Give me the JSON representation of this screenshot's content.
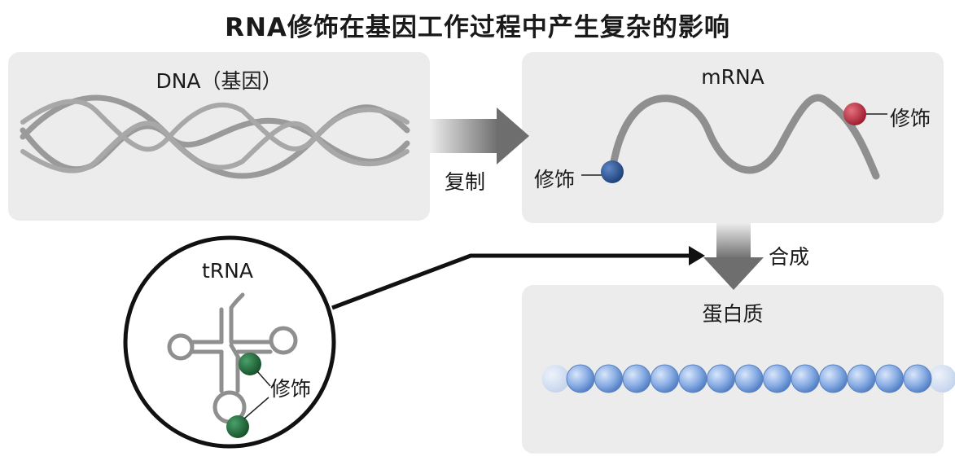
{
  "title": "RNA修饰在基因工作过程中产生复杂的影响",
  "dna": {
    "label": "DNA（基因）"
  },
  "arrow_copy": {
    "label": "复制"
  },
  "mrna": {
    "label": "mRNA",
    "mod_left": "修饰",
    "mod_right": "修饰"
  },
  "arrow_synth": {
    "label": "合成"
  },
  "protein": {
    "label": "蛋白质",
    "bead_count": 13
  },
  "trna": {
    "label": "tRNA",
    "mod": "修饰"
  },
  "colors": {
    "panel": "#ececec",
    "strand": "#9a9a9a",
    "mod_blue": "#24508f",
    "mod_red": "#b8283a",
    "mod_green": "#1f6e3a",
    "bead": "#7fa6e0"
  }
}
